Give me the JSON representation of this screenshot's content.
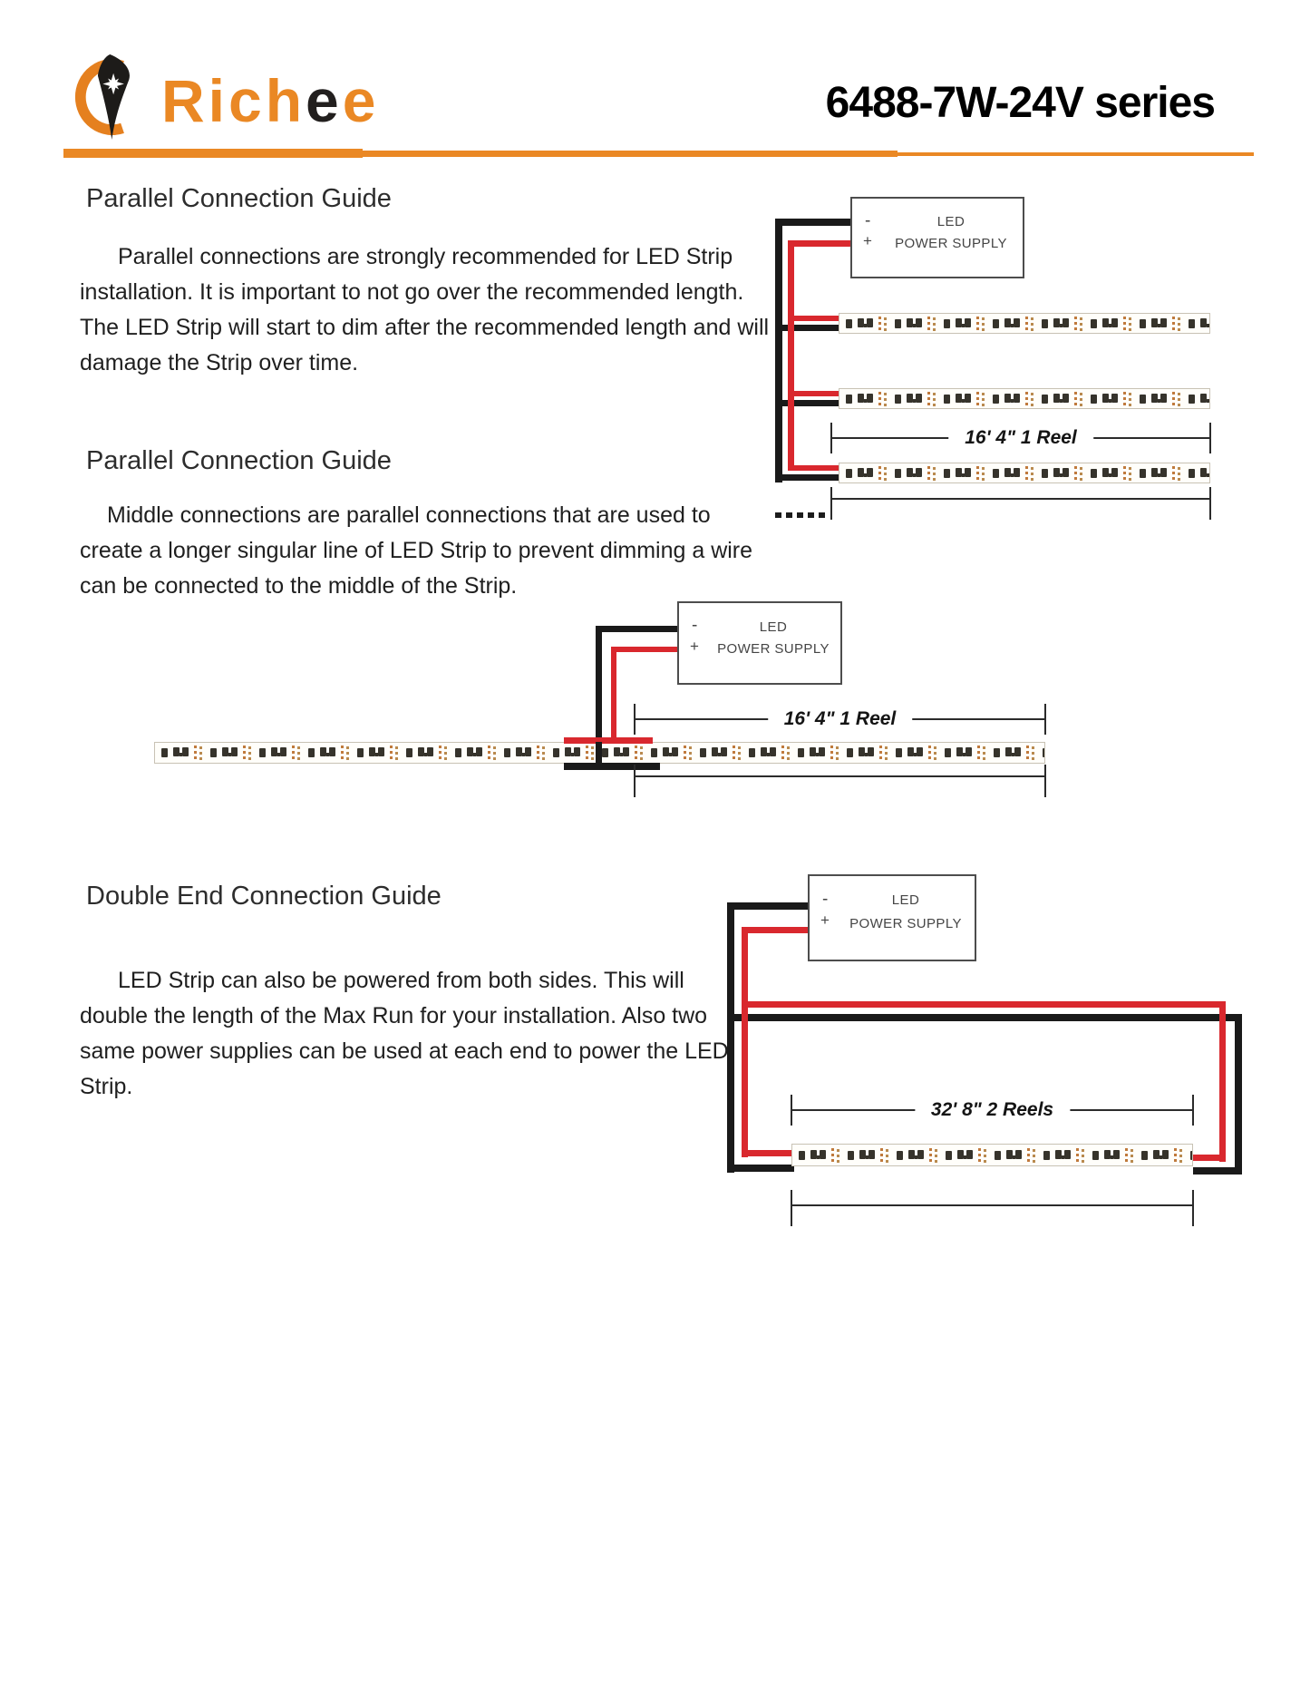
{
  "header": {
    "brand": {
      "text_orange_1": "Rich",
      "text_black": "e",
      "text_orange_2": "e"
    },
    "title": "6488-7W-24V series"
  },
  "sections": [
    {
      "heading": "Parallel Connection Guide",
      "body": "Parallel connections are strongly recommended for LED Strip installation. It is important to not go over the recommended length. The LED Strip will start to dim after the recommended length and will damage the Strip over time."
    },
    {
      "heading": "Parallel Connection Guide",
      "body": "Middle connections are parallel connections that are used to create a longer singular line of LED Strip to prevent dimming a wire can be connected to the middle of the Strip."
    },
    {
      "heading": "Double End Connection Guide",
      "body": "LED Strip can also be powered from both sides. This will double the length of the Max Run for your installation. Also two same power supplies can be used at each end to power the LED Strip."
    }
  ],
  "diagrams": [
    {
      "power_supply": {
        "minus": "-",
        "plus": "+",
        "label_line1": "LED",
        "label_line2": "POWER SUPPLY"
      },
      "dimension_label": "16' 4\" 1 Reel"
    },
    {
      "power_supply": {
        "minus": "-",
        "plus": "+",
        "label_line1": "LED",
        "label_line2": "POWER SUPPLY"
      },
      "dimension_label": "16' 4\" 1 Reel"
    },
    {
      "power_supply": {
        "minus": "-",
        "plus": "+",
        "label_line1": "LED",
        "label_line2": "POWER SUPPLY"
      },
      "dimension_label": "32' 8\" 2 Reels"
    }
  ],
  "colors": {
    "accent_orange": "#ea8824",
    "wire_red": "#d9282e",
    "wire_black": "#1a1a1a",
    "led_dot_orange": "#c07a3c",
    "led_dot_orange2": "#b98a4e",
    "led_chip_dark": "#36332b"
  }
}
